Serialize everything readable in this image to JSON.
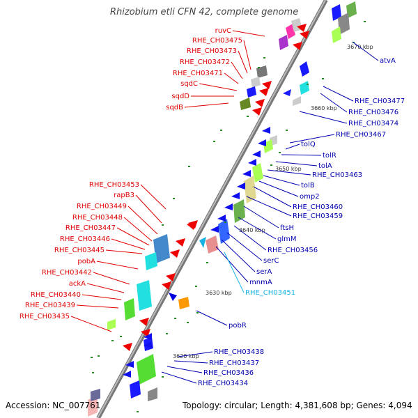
{
  "title": "Rhizobium etli CFN 42, complete genome",
  "footer": {
    "accession": "Accession: NC_007761",
    "info": "Topology: circular; Length: 4,381,608 bp; Genes: 4,094"
  },
  "colors": {
    "forward_label": "#e00000",
    "reverse_label": "#0000b0",
    "highlight_label": "#19b4e6",
    "backbone": "#999999"
  },
  "kbp_ticks": [
    "3670 kbp",
    "3660 kbp",
    "3650 kbp",
    "3640 kbp",
    "3630 kbp",
    "3620 kbp"
  ],
  "red_labels": [
    "ruvC",
    "RHE_CH03475",
    "RHE_CH03473",
    "RHE_CH03472",
    "RHE_CH03471",
    "sqdC",
    "sqdD",
    "sqdB",
    "RHE_CH03453",
    "rapB3",
    "RHE_CH03449",
    "RHE_CH03448",
    "RHE_CH03447",
    "RHE_CH03446",
    "RHE_CH03445",
    "pobA",
    "RHE_CH03442",
    "ackA",
    "RHE_CH03440",
    "RHE_CH03439",
    "RHE_CH03435"
  ],
  "blue_labels": [
    "atvA",
    "RHE_CH03477",
    "RHE_CH03476",
    "RHE_CH03474",
    "RHE_CH03467",
    "tolQ",
    "tolR",
    "tolA",
    "RHE_CH03463",
    "tolB",
    "omp2",
    "RHE_CH03460",
    "RHE_CH03459",
    "ftsH",
    "glmM",
    "RHE_CH03456",
    "serC",
    "serA",
    "mnmA",
    "pobR",
    "RHE_CH03438",
    "RHE_CH03437",
    "RHE_CH03436",
    "RHE_CH03434"
  ],
  "cyan_labels": [
    "RHE_CH03451"
  ]
}
